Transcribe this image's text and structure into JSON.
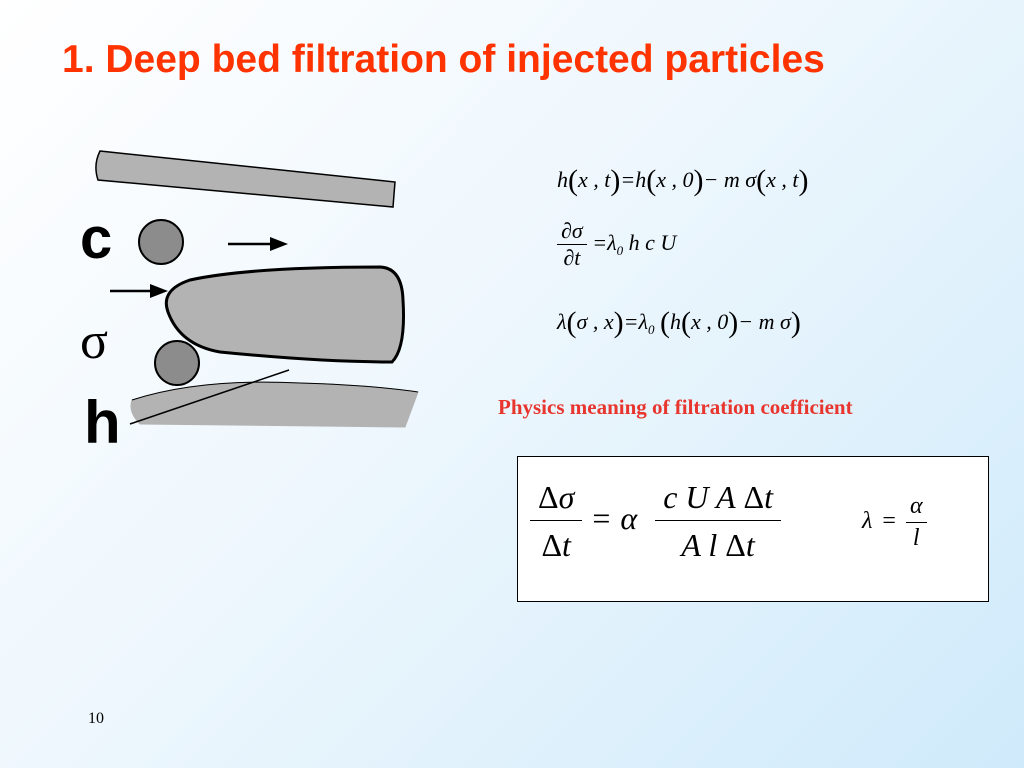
{
  "slide": {
    "title": "1. Deep bed filtration of injected particles",
    "page_number": "10"
  },
  "diagram": {
    "label_c": "c",
    "label_sigma": "σ",
    "label_h": "h"
  },
  "equations": {
    "eq1": "h(x,t)=h(x,0)−mσ(x,t)",
    "eq2": "∂σ/∂t=λ0 hcU",
    "eq3": "λ(σ,x)=λ0(h(x,0)−mσ)"
  },
  "physics_meaning": "Physics meaning of filtration coefficient",
  "box_equations": {
    "main": "Δσ/Δt = α cUAΔt/(AlΔt)",
    "lambda": "λ = α/l"
  },
  "colors": {
    "title": "#ff3300",
    "subtitle": "#e8352d",
    "grain": "#b3b3b3",
    "particle": "#8c8c8c"
  }
}
